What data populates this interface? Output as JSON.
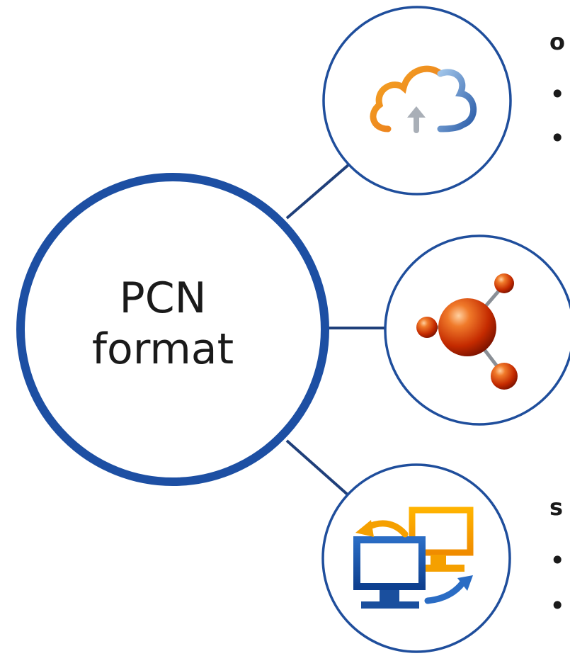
{
  "main_node": {
    "line1": "PCN",
    "line2": "format"
  },
  "top_section": {
    "heading": "o",
    "bullets": [
      "•",
      "•"
    ]
  },
  "bottom_section": {
    "heading": "s",
    "bullets": [
      "•",
      "•"
    ]
  },
  "nodes": [
    {
      "icon": "cloud-upload-icon"
    },
    {
      "icon": "molecule-icon"
    },
    {
      "icon": "computers-sync-icon"
    }
  ],
  "colors": {
    "primary_blue": "#1f4e9c",
    "dark_blue": "#0d47a1",
    "orange": "#f5a000",
    "red_sphere": "#c62800"
  }
}
